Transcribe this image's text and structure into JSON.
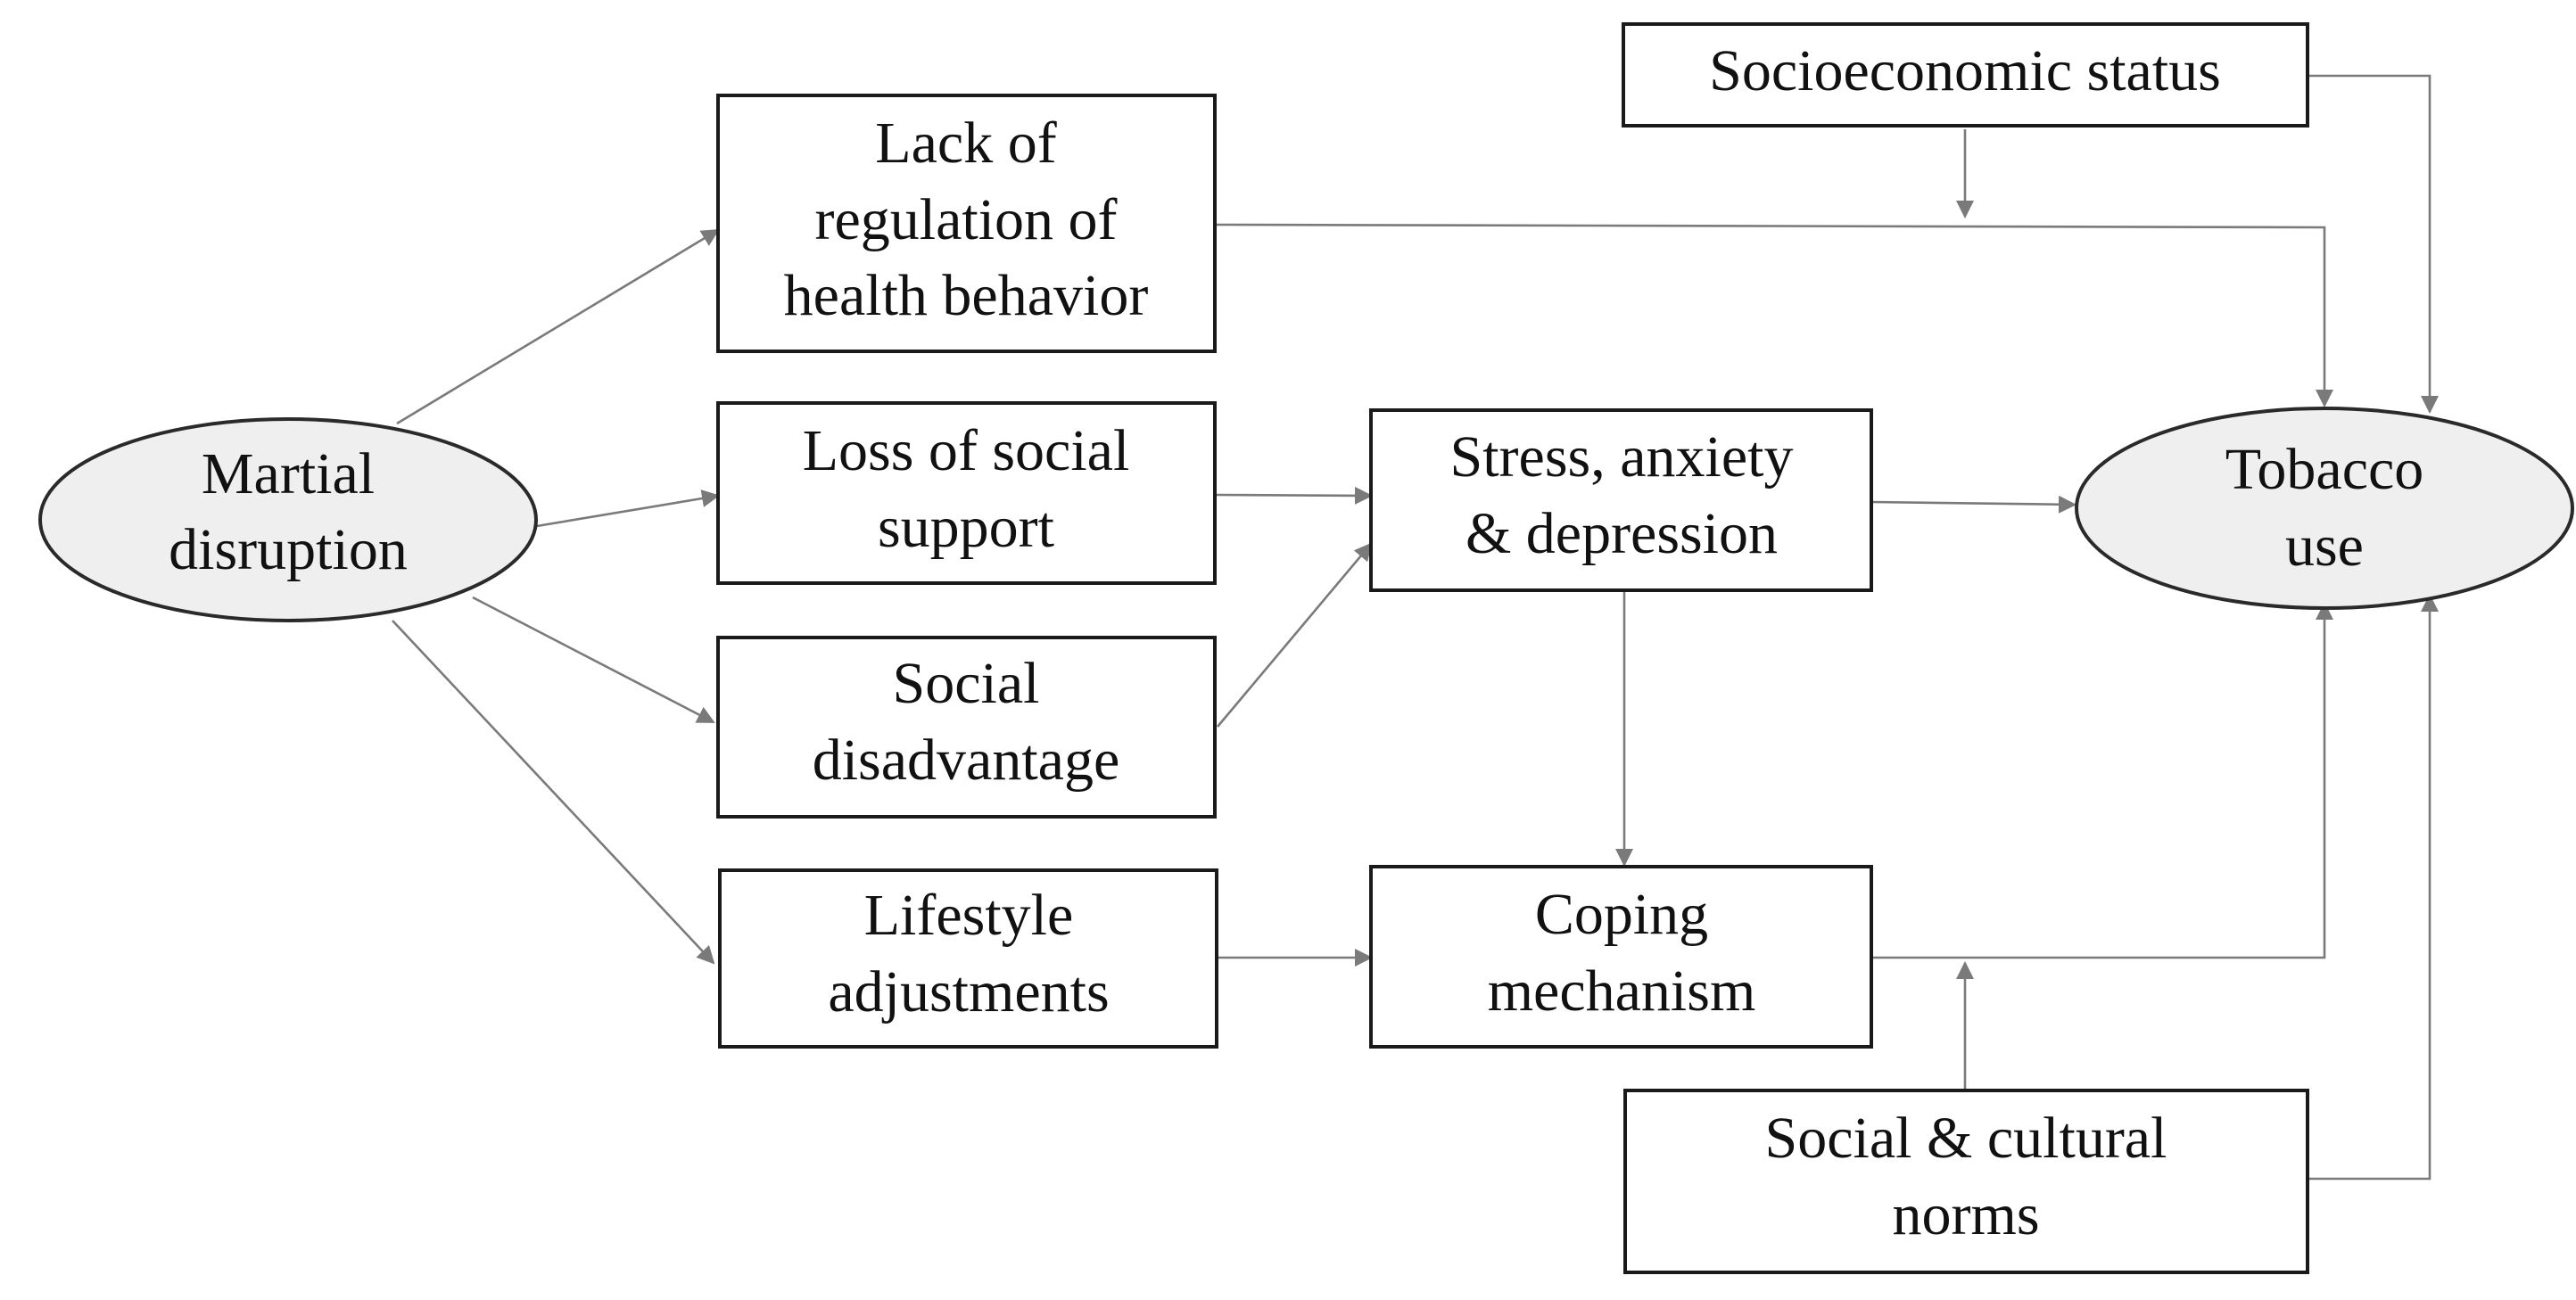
{
  "nodes": {
    "marital_disruption": {
      "lines": [
        "Martial",
        "disruption"
      ],
      "shape": "ellipse"
    },
    "lack_of_regulation": {
      "lines": [
        "Lack of",
        "regulation of",
        "health behavior"
      ],
      "shape": "box"
    },
    "loss_of_social_support": {
      "lines": [
        "Loss of social",
        "support"
      ],
      "shape": "box"
    },
    "social_disadvantage": {
      "lines": [
        "Social",
        "disadvantage"
      ],
      "shape": "box"
    },
    "lifestyle_adjustments": {
      "lines": [
        "Lifestyle",
        "adjustments"
      ],
      "shape": "box"
    },
    "stress_anxiety_depression": {
      "lines": [
        "Stress, anxiety",
        "& depression"
      ],
      "shape": "box"
    },
    "coping_mechanism": {
      "lines": [
        "Coping",
        "mechanism"
      ],
      "shape": "box"
    },
    "socioeconomic_status": {
      "lines": [
        "Socioeconomic status"
      ],
      "shape": "box"
    },
    "social_cultural_norms": {
      "lines": [
        "Social & cultural",
        "norms"
      ],
      "shape": "box"
    },
    "tobacco_use": {
      "lines": [
        "Tobacco",
        "use"
      ],
      "shape": "ellipse"
    }
  },
  "edges": [
    {
      "from": "marital_disruption",
      "to": "lack_of_regulation"
    },
    {
      "from": "marital_disruption",
      "to": "loss_of_social_support"
    },
    {
      "from": "marital_disruption",
      "to": "social_disadvantage"
    },
    {
      "from": "marital_disruption",
      "to": "lifestyle_adjustments"
    },
    {
      "from": "lack_of_regulation",
      "to": "tobacco_use"
    },
    {
      "from": "loss_of_social_support",
      "to": "stress_anxiety_depression"
    },
    {
      "from": "social_disadvantage",
      "to": "stress_anxiety_depression"
    },
    {
      "from": "lifestyle_adjustments",
      "to": "coping_mechanism"
    },
    {
      "from": "stress_anxiety_depression",
      "to": "tobacco_use"
    },
    {
      "from": "stress_anxiety_depression",
      "to": "coping_mechanism"
    },
    {
      "from": "coping_mechanism",
      "to": "tobacco_use"
    },
    {
      "from": "socioeconomic_status",
      "to": "tobacco_use"
    },
    {
      "from": "socioeconomic_status",
      "to": "edge:lack_of_regulation->tobacco_use"
    },
    {
      "from": "social_cultural_norms",
      "to": "tobacco_use"
    },
    {
      "from": "social_cultural_norms",
      "to": "edge:coping_mechanism->tobacco_use"
    }
  ],
  "colors": {
    "ellipse_fill": "#efefef",
    "box_fill": "#ffffff",
    "edge_color": "#7a7a7a",
    "border_color": "#1a1a1a",
    "text_color": "#111111"
  }
}
